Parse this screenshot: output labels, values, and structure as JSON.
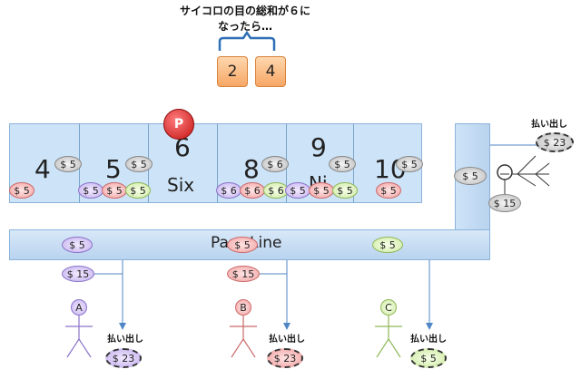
{
  "caption": {
    "line1": "サイコロの目の総和が６に",
    "line2": "なったら…"
  },
  "dice": [
    "2",
    "4"
  ],
  "marker": "P",
  "board": {
    "points": [
      {
        "number": "4",
        "word": ""
      },
      {
        "number": "5",
        "word": ""
      },
      {
        "number": "6",
        "word": "Six"
      },
      {
        "number": "8",
        "word": ""
      },
      {
        "number": "9",
        "word": "Ni"
      },
      {
        "number": "10",
        "word": ""
      }
    ]
  },
  "chips": {
    "point_top": [
      "$ 5",
      "$ 5",
      "$ 6",
      "$ 5",
      "$ 5"
    ],
    "point_bottom": [
      "$ 5",
      "$ 5",
      "$ 5",
      "$ 5",
      "$ 6",
      "$ 6",
      "$ 6",
      "$ 5",
      "$ 5",
      "$ 5",
      "$ 5"
    ],
    "pass_a": "$ 5",
    "pass_b": "$ 5",
    "pass_c": "$ 5",
    "odds_a": "$ 15",
    "odds_b": "$ 15",
    "dealer_bet": "$ 5",
    "dealer_odds": "$ 15"
  },
  "pass_line_label": "Pass Line",
  "players": [
    {
      "label": "A",
      "payout_label": "払い出し",
      "payout": "$ 23",
      "color": "#c4b2ee"
    },
    {
      "label": "B",
      "payout_label": "払い出し",
      "payout": "$ 23",
      "color": "#f2a3a3"
    },
    {
      "label": "C",
      "payout_label": "払い出し",
      "payout": "$ 5",
      "color": "#cfeaa4"
    }
  ],
  "dealer": {
    "payout_label": "払い出し",
    "payout": "$ 23"
  },
  "colors": {
    "board": "#cde3f7",
    "die": "#f6a765",
    "marker": "#c41414"
  }
}
